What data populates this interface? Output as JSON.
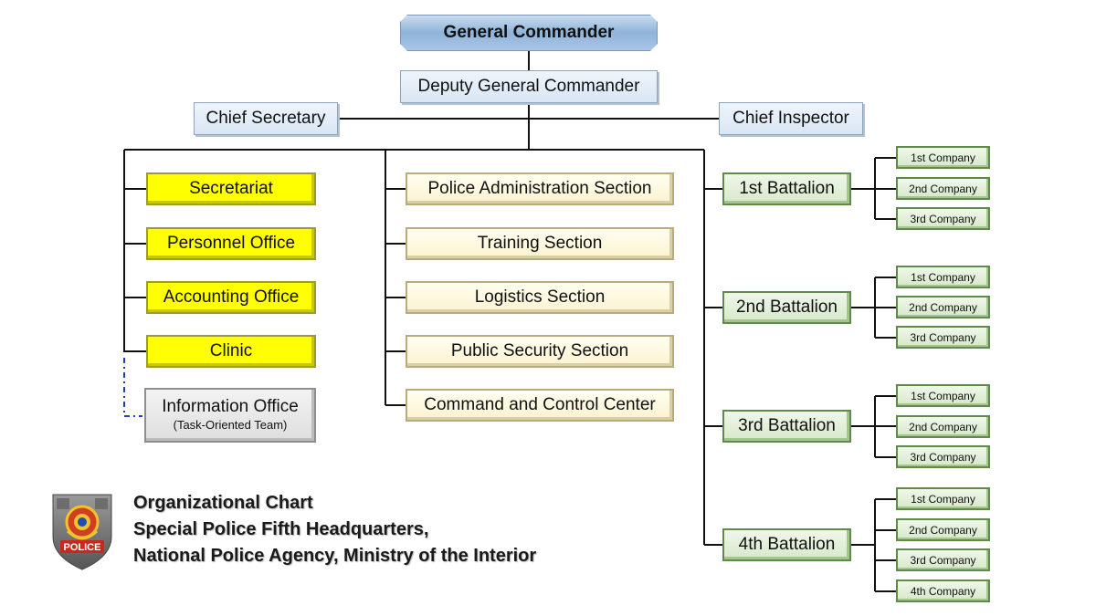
{
  "top": {
    "general_commander": "General Commander",
    "deputy_general_commander": "Deputy General Commander",
    "chief_secretary": "Chief Secretary",
    "chief_inspector": "Chief Inspector"
  },
  "offices": [
    "Secretariat",
    "Personnel Office",
    "Accounting Office",
    "Clinic"
  ],
  "information_office": {
    "name": "Information Office",
    "note": "(Task-Oriented Team)"
  },
  "sections": [
    "Police Administration Section",
    "Training Section",
    "Logistics Section",
    "Public Security Section",
    "Command and Control Center"
  ],
  "battalions": [
    {
      "name": "1st Battalion",
      "companies": [
        "1st Company",
        "2nd Company",
        "3rd Company"
      ]
    },
    {
      "name": "2nd Battalion",
      "companies": [
        "1st Company",
        "2nd Company",
        "3rd Company"
      ]
    },
    {
      "name": "3rd Battalion",
      "companies": [
        "1st Company",
        "2nd Company",
        "3rd Company"
      ]
    },
    {
      "name": "4th Battalion",
      "companies": [
        "1st Company",
        "2nd Company",
        "3rd Company",
        "4th Company"
      ]
    }
  ],
  "footer": {
    "line1": "Organizational Chart",
    "line2": "Special Police Fifth Headquarters,",
    "line3": "National Police Agency, Ministry of the Interior"
  },
  "logo": {
    "text": "POLICE",
    "icon": "police-badge-icon"
  },
  "colors": {
    "line": "#111111",
    "dashed_line": "#1f3fbf",
    "top_box": "#a9c7e6",
    "office_yellow": "#ffff00",
    "section_cream": "#fbf2cf",
    "battalion_green": "#d6e8c9",
    "info_grey": "#dedede"
  }
}
